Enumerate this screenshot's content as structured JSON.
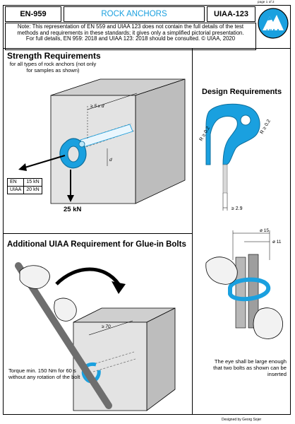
{
  "page_number": "page 1 of 2",
  "header": {
    "standard_en": "EN-959",
    "title": "ROCK ANCHORS",
    "standard_uiaa": "UIAA-123",
    "logo_text": "UIAA"
  },
  "note": {
    "line1": "Note: This representation of EN 559 and UIAA 123 does not contain the full details of the test methods and requirements in these standards; it gives only a simplified pictorial presentation.",
    "line2": "For full details, EN 959: 2018 and UIAA 123: 2018 should be consulted. © UIAA, 2020"
  },
  "strength": {
    "title": "Strength Requirements",
    "subtitle": "for all types of rock anchors (not only for samples as shown)",
    "dim_depth": "≥ 5 x d",
    "dim_d": "d",
    "table": [
      {
        "std": "EN",
        "value": "15 kN"
      },
      {
        "std": "UIAA",
        "value": "20 kN"
      }
    ],
    "axial_load": "25 kN"
  },
  "design": {
    "title": "Design Requirements",
    "radius_left": "R ≥ 0.2",
    "radius_right": "R ≥ 0.2",
    "thickness": "≥ 2.9"
  },
  "glue": {
    "title": "Additional UIAA Requirement for Glue-in Bolts",
    "dim_depth": "≥ 70",
    "torque_text": "Torque min. 150 Nm for 60 s without any rotation of the bolt",
    "dia_outer": "ø 15",
    "dia_inner": "ø 11",
    "eye_text": "The eye shall be large enough that two bolts as shown can be inserted"
  },
  "credit": "Designed by Georg Sojer",
  "colors": {
    "accent": "#1aa0df",
    "stone": "#d9d9d9",
    "anchor": "#2aa6e0"
  }
}
